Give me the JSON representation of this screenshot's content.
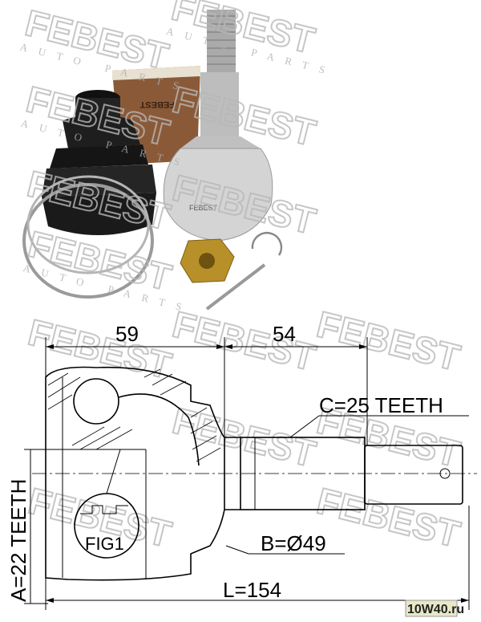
{
  "watermark": {
    "brand": "FEBEST",
    "tagline": "AUTO PARTS"
  },
  "photo": {
    "bag_label": "FEBEST",
    "joint_label": "FEBEST"
  },
  "drawing": {
    "dim_housing": "59",
    "dim_shaft": "54",
    "outer_spline": "C=25 TEETH",
    "inner_spline": "A=22 TEETH",
    "diameter": "B=Ø49",
    "total_length": "L=154",
    "figure_label": "FIG1"
  },
  "corner_badge": "10W40.ru",
  "colors": {
    "boot": "#1a1a1a",
    "bag": "#8a5a38",
    "metal": "#c9c9c9",
    "nut": "#b8902a"
  }
}
